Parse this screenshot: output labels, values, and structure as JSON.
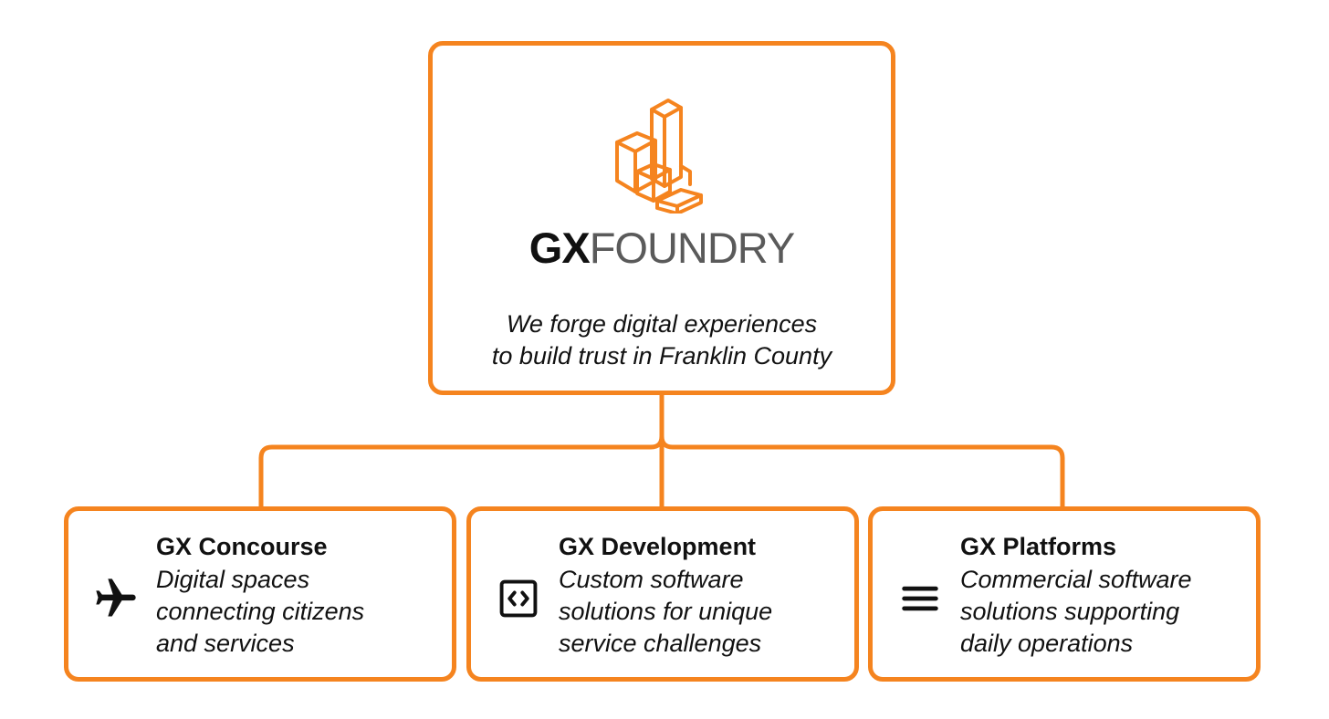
{
  "brand": {
    "logo_icon": "foundry-buildings-icon",
    "wordmark_bold": "GX",
    "wordmark_light": "FOUNDRY",
    "tagline_lines": [
      "We forge digital experiences",
      "to build trust in Franklin County"
    ]
  },
  "colors": {
    "accent": "#f5841f",
    "text": "#111111",
    "wordmark_gray": "#5a5a5a"
  },
  "children": [
    {
      "title": "GX Concourse",
      "icon": "airplane-icon",
      "description_lines": [
        "Digital spaces",
        "connecting citizens",
        "and services"
      ]
    },
    {
      "title": "GX Development",
      "icon": "code-icon",
      "description_lines": [
        "Custom software",
        "solutions for unique",
        "service challenges"
      ]
    },
    {
      "title": "GX Platforms",
      "icon": "menu-icon",
      "description_lines": [
        "Commercial software",
        "solutions supporting",
        "daily operations"
      ]
    }
  ]
}
